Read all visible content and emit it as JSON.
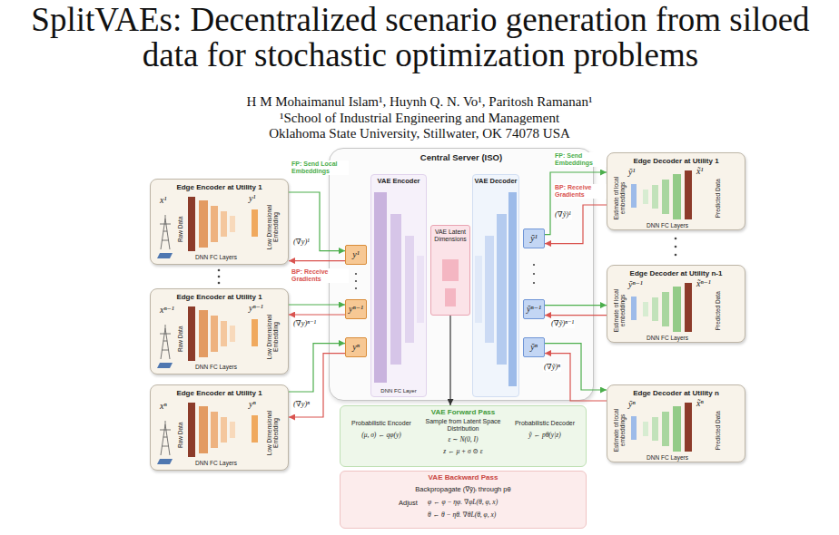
{
  "diagram": {
    "title": "SplitVAEs: Decentralized scenario generation from siloed data for stochastic optimization problems",
    "nodes": [
      {
        "text": [
          "Edge Encoder at Utility 1",
          "x¹",
          "Raw Data",
          "DNN FC Layers",
          "y¹",
          "Low Dimensional Embedding"
        ]
      },
      {
        "text": [
          "Edge Encoder at Utility 1",
          "xⁿ⁻¹",
          "Raw Data",
          "DNN FC Layers",
          "yⁿ⁻¹",
          "Low Dimensional Embedding"
        ]
      },
      {
        "text": [
          "Edge Encoder at Utility 1",
          "xⁿ",
          "Raw Data",
          "DNN FC Layers",
          "yⁿ",
          "Low Dimensional Embedding"
        ]
      },
      {
        "text": [
          "Central Server (ISO)"
        ]
      },
      {
        "text": [
          "y¹"
        ],
        "in": 3
      },
      {
        "text": [
          "yⁿ⁻¹"
        ],
        "in": 3
      },
      {
        "text": [
          "yⁿ"
        ],
        "in": 3
      },
      {
        "text": [
          "VAE Encoder",
          "DNN FC Layer"
        ],
        "in": 3
      },
      {
        "text": [
          "VAE Latent Dimensions"
        ],
        "in": 3
      },
      {
        "text": [
          "VAE Decoder"
        ],
        "in": 3
      },
      {
        "text": [
          "ỹ¹"
        ],
        "in": 3
      },
      {
        "text": [
          "ỹⁿ⁻¹"
        ],
        "in": 3
      },
      {
        "text": [
          "ỹⁿ"
        ],
        "in": 3
      },
      {
        "text": [
          "VAE Forward Pass",
          "Probabilistic Encoder",
          "(μ, σ) ← qφ(y)",
          "Sample from Latent Space Distribution",
          "ε ∼ N(0, I)",
          "z ← μ + σ ⊙ ε",
          "Probabilistic Decoder",
          "ỹ ← pθ(y|z)"
        ]
      },
      {
        "text": [
          "VAE Backward Pass",
          "Backpropagate (∇ỹ)ᵢ through pθ",
          "Adjust",
          "φ ← φ − ηφ. ∇φL(θ, φ, x)",
          "θ ← θ − ηθ. ∇θL(θ, φ, x)"
        ]
      },
      {
        "text": [
          "Edge Decoder at Utility 1",
          "Estimate of local embeddings",
          "ỹ¹",
          "DNN FC Layers",
          "x̃¹",
          "Predicted Data"
        ]
      },
      {
        "text": [
          "Edge Decoder at Utility n-1",
          "Estimate of local embeddings",
          "ỹⁿ⁻¹",
          "DNN FC Layers",
          "x̃ⁿ⁻¹",
          "Predicted Data"
        ]
      },
      {
        "text": [
          "Edge Decoder at Utility n",
          "Estimate of local embeddings",
          "ỹⁿ",
          "DNN FC Layers",
          "x̃ⁿ",
          "Predicted Data"
        ]
      }
    ],
    "edges": [
      {
        "from": 0,
        "to": 4,
        "arrow": "to",
        "label": "FP: Send Local Embeddings"
      },
      {
        "from": 4,
        "to": 0,
        "arrow": "to",
        "label": "BP: Receive Gradients"
      },
      {
        "from": 1,
        "to": 5,
        "arrow": "to"
      },
      {
        "from": 5,
        "to": 1,
        "arrow": "to"
      },
      {
        "from": 2,
        "to": 6,
        "arrow": "to"
      },
      {
        "from": 6,
        "to": 2,
        "arrow": "to"
      },
      {
        "from": 10,
        "to": 15,
        "arrow": "to",
        "label": "FP: Send Embeddings"
      },
      {
        "from": 15,
        "to": 10,
        "arrow": "to",
        "label": "BP: Receive Gradients"
      },
      {
        "from": 11,
        "to": 16,
        "arrow": "to"
      },
      {
        "from": 16,
        "to": 11,
        "arrow": "to"
      },
      {
        "from": 12,
        "to": 17,
        "arrow": "to"
      },
      {
        "from": 17,
        "to": 12,
        "arrow": "to"
      },
      {
        "from": 8,
        "to": 13,
        "arrow": "to"
      }
    ],
    "labels": [
      "H M Mohaimanul Islam¹, Huynh Q. N. Vo¹, Paritosh Ramanan¹",
      "¹School of Industrial Engineering and Management",
      "Oklahoma State University, Stillwater, OK 74078 USA",
      "(∇y)¹",
      "(∇y)ⁿ⁻¹",
      "(∇y)ⁿ",
      "(∇ỹ)¹",
      "(∇ỹ)ⁿ⁻¹",
      "(∇ỹ)ⁿ"
    ]
  }
}
